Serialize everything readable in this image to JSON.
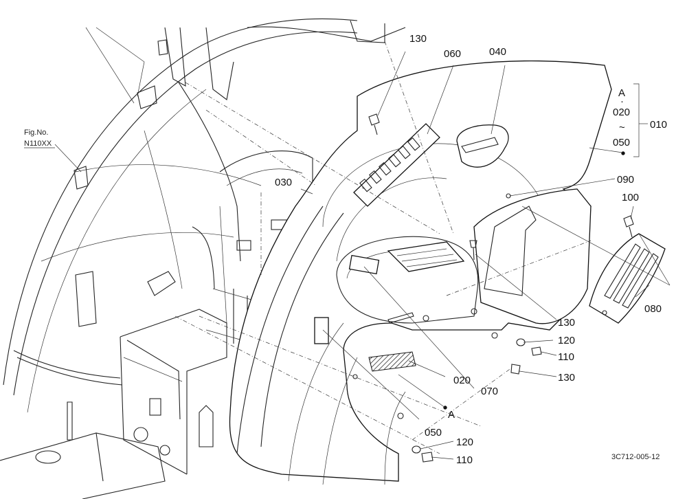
{
  "figure_ref": {
    "line1": "Fig.No.",
    "line2": "N110XX"
  },
  "callouts": {
    "p130_top": "130",
    "p060": "060",
    "p040": "040",
    "p030": "030",
    "p090": "090",
    "p100": "100",
    "p080": "080",
    "p130_mid": "130",
    "p120_mid": "120",
    "p110_mid": "110",
    "p130_low": "130",
    "p020": "020",
    "p070": "070",
    "p050": "050",
    "pA": "A",
    "p120_bot": "120",
    "p110_bot": "110"
  },
  "group_note": {
    "a": "A",
    "dot": "·",
    "from": "020",
    "tilde": "~",
    "to": "050",
    "ref": "010"
  },
  "drawing_code": "3C712-005-12"
}
